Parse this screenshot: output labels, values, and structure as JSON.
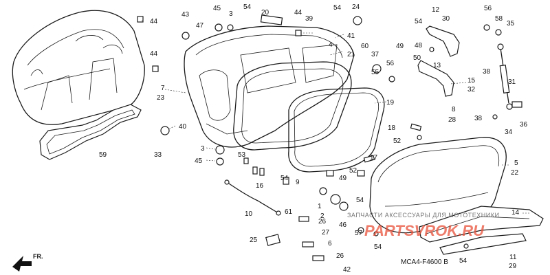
{
  "diagram_code": "MCA4-F4600 B",
  "direction_label": "FR.",
  "watermark": {
    "site": "PARTSVROK.RU",
    "tagline": "ЗАПЧАСТИ АКСЕССУАРЫ ДЛЯ МОТОТЕХНИКИ"
  },
  "callouts": [
    {
      "id": "c44a",
      "text": "44"
    },
    {
      "id": "c44b",
      "text": "44"
    },
    {
      "id": "c43",
      "text": "43"
    },
    {
      "id": "c47",
      "text": "47"
    },
    {
      "id": "c45a",
      "text": "45"
    },
    {
      "id": "c3a",
      "text": "3"
    },
    {
      "id": "c54a",
      "text": "54"
    },
    {
      "id": "c20",
      "text": "20"
    },
    {
      "id": "c44c",
      "text": "44"
    },
    {
      "id": "c39",
      "text": "39"
    },
    {
      "id": "c54b",
      "text": "54"
    },
    {
      "id": "c24",
      "text": "24"
    },
    {
      "id": "c41",
      "text": "41"
    },
    {
      "id": "c4",
      "text": "4"
    },
    {
      "id": "c21",
      "text": "21"
    },
    {
      "id": "c60",
      "text": "60"
    },
    {
      "id": "c37",
      "text": "37"
    },
    {
      "id": "c55",
      "text": "55"
    },
    {
      "id": "c56a",
      "text": "56"
    },
    {
      "id": "c12",
      "text": "12"
    },
    {
      "id": "c30",
      "text": "30"
    },
    {
      "id": "c54c",
      "text": "54"
    },
    {
      "id": "c49a",
      "text": "49"
    },
    {
      "id": "c50",
      "text": "50"
    },
    {
      "id": "c13",
      "text": "13"
    },
    {
      "id": "c56b",
      "text": "56"
    },
    {
      "id": "c58",
      "text": "58"
    },
    {
      "id": "c35",
      "text": "35"
    },
    {
      "id": "c38a",
      "text": "38"
    },
    {
      "id": "c15",
      "text": "15"
    },
    {
      "id": "c32",
      "text": "32"
    },
    {
      "id": "c31",
      "text": "31"
    },
    {
      "id": "c7",
      "text": "7"
    },
    {
      "id": "c23",
      "text": "23"
    },
    {
      "id": "c19",
      "text": "19"
    },
    {
      "id": "c8",
      "text": "8"
    },
    {
      "id": "c28",
      "text": "28"
    },
    {
      "id": "c38b",
      "text": "38"
    },
    {
      "id": "c34",
      "text": "34"
    },
    {
      "id": "c36",
      "text": "36"
    },
    {
      "id": "c40",
      "text": "40"
    },
    {
      "id": "c33",
      "text": "33"
    },
    {
      "id": "c18",
      "text": "18"
    },
    {
      "id": "c52a",
      "text": "52"
    },
    {
      "id": "c59",
      "text": "59"
    },
    {
      "id": "c3b",
      "text": "3"
    },
    {
      "id": "c45b",
      "text": "45"
    },
    {
      "id": "c53",
      "text": "53"
    },
    {
      "id": "c16",
      "text": "16"
    },
    {
      "id": "c17",
      "text": "17"
    },
    {
      "id": "c52b",
      "text": "52"
    },
    {
      "id": "c5",
      "text": "5"
    },
    {
      "id": "c22",
      "text": "22"
    },
    {
      "id": "c54d",
      "text": "54"
    },
    {
      "id": "c9",
      "text": "9"
    },
    {
      "id": "c49b",
      "text": "49"
    },
    {
      "id": "c54e",
      "text": "54"
    },
    {
      "id": "c1",
      "text": "1"
    },
    {
      "id": "c2",
      "text": "2"
    },
    {
      "id": "c10",
      "text": "10"
    },
    {
      "id": "c61",
      "text": "61"
    },
    {
      "id": "c26a",
      "text": "26"
    },
    {
      "id": "c27",
      "text": "27"
    },
    {
      "id": "c46",
      "text": "46"
    },
    {
      "id": "c57",
      "text": "57"
    },
    {
      "id": "c25",
      "text": "25"
    },
    {
      "id": "c6",
      "text": "6"
    },
    {
      "id": "c26b",
      "text": "26"
    },
    {
      "id": "c42",
      "text": "42"
    },
    {
      "id": "c14",
      "text": "14"
    },
    {
      "id": "c48",
      "text": "48"
    },
    {
      "id": "c54f",
      "text": "54"
    },
    {
      "id": "c54g",
      "text": "54"
    },
    {
      "id": "c11",
      "text": "11"
    },
    {
      "id": "c29",
      "text": "29"
    }
  ]
}
